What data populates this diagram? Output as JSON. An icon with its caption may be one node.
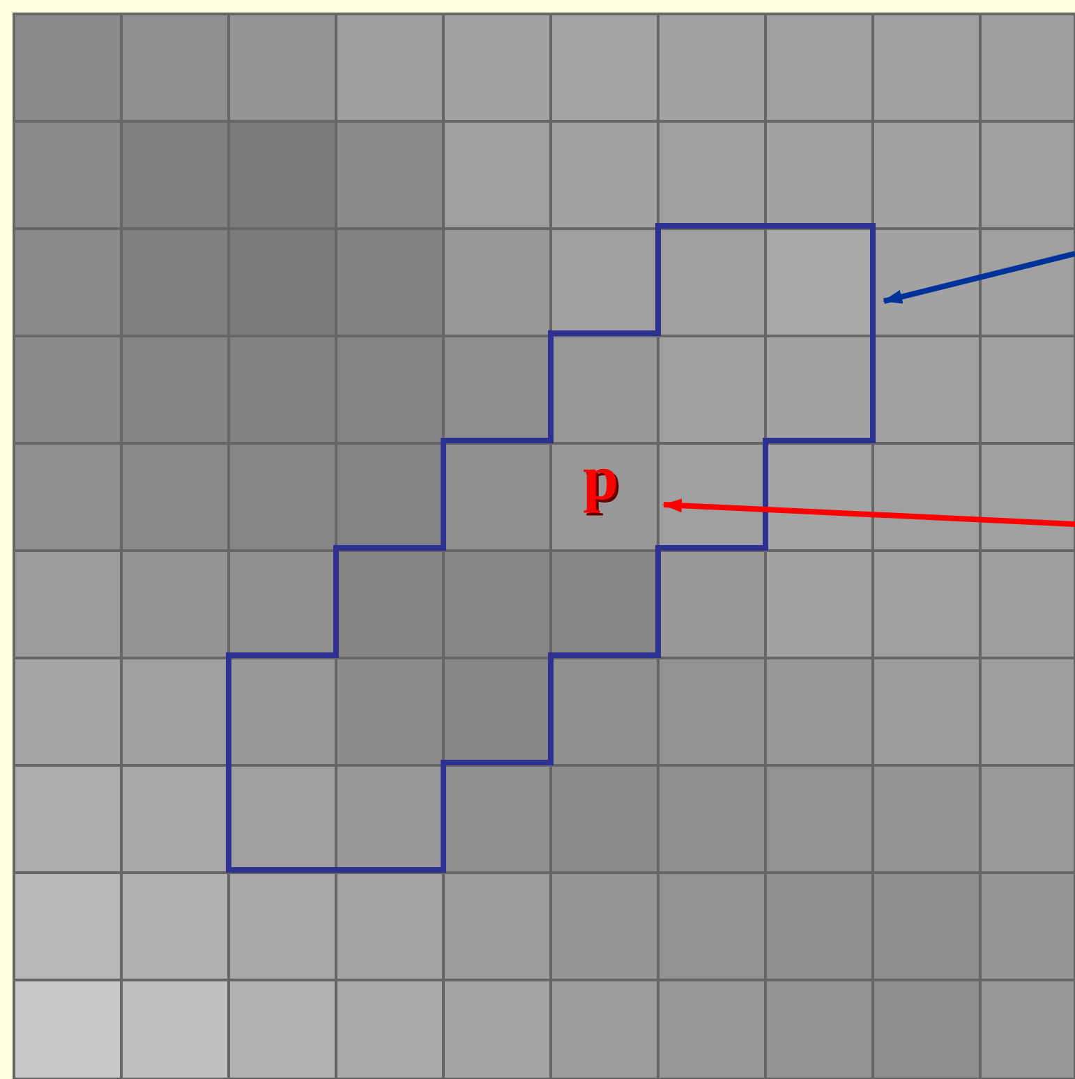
{
  "diagram": {
    "nodes": [
      {
        "text": [],
        "shape": "region"
      },
      {
        "text": [
          "p"
        ],
        "in": 0
      }
    ],
    "edges": [
      {
        "from": null,
        "to": 0,
        "arrow": "to",
        "color": "#003399"
      },
      {
        "from": null,
        "to": 1,
        "arrow": "to",
        "color": "#ff0000"
      }
    ]
  }
}
